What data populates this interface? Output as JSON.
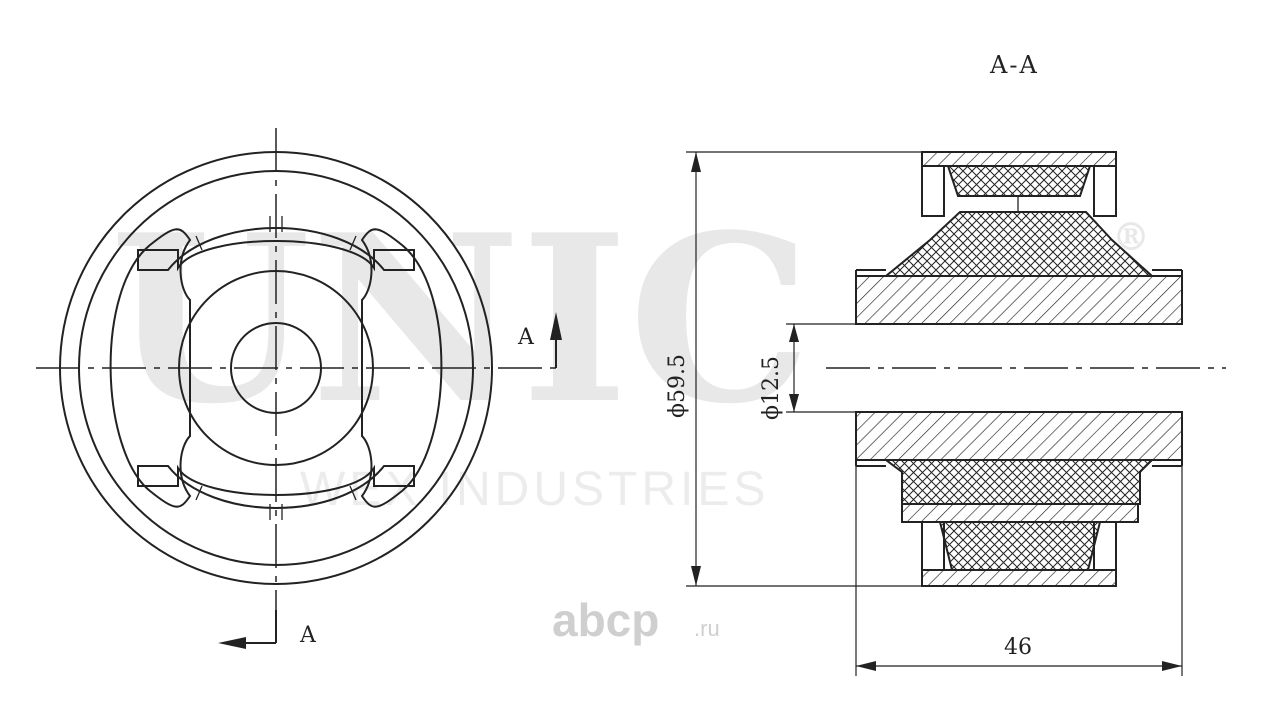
{
  "section_title": "A-A",
  "section_marker": "A",
  "dimensions": {
    "outer_diameter": "ϕ59.5",
    "inner_diameter": "ϕ12.5",
    "length": "46"
  },
  "watermark": {
    "brand": "UNIC",
    "registered": "®",
    "subtitle": "WEX INDUSTRIES"
  },
  "site_logo": {
    "name": "abcp",
    "tld": ".ru"
  }
}
